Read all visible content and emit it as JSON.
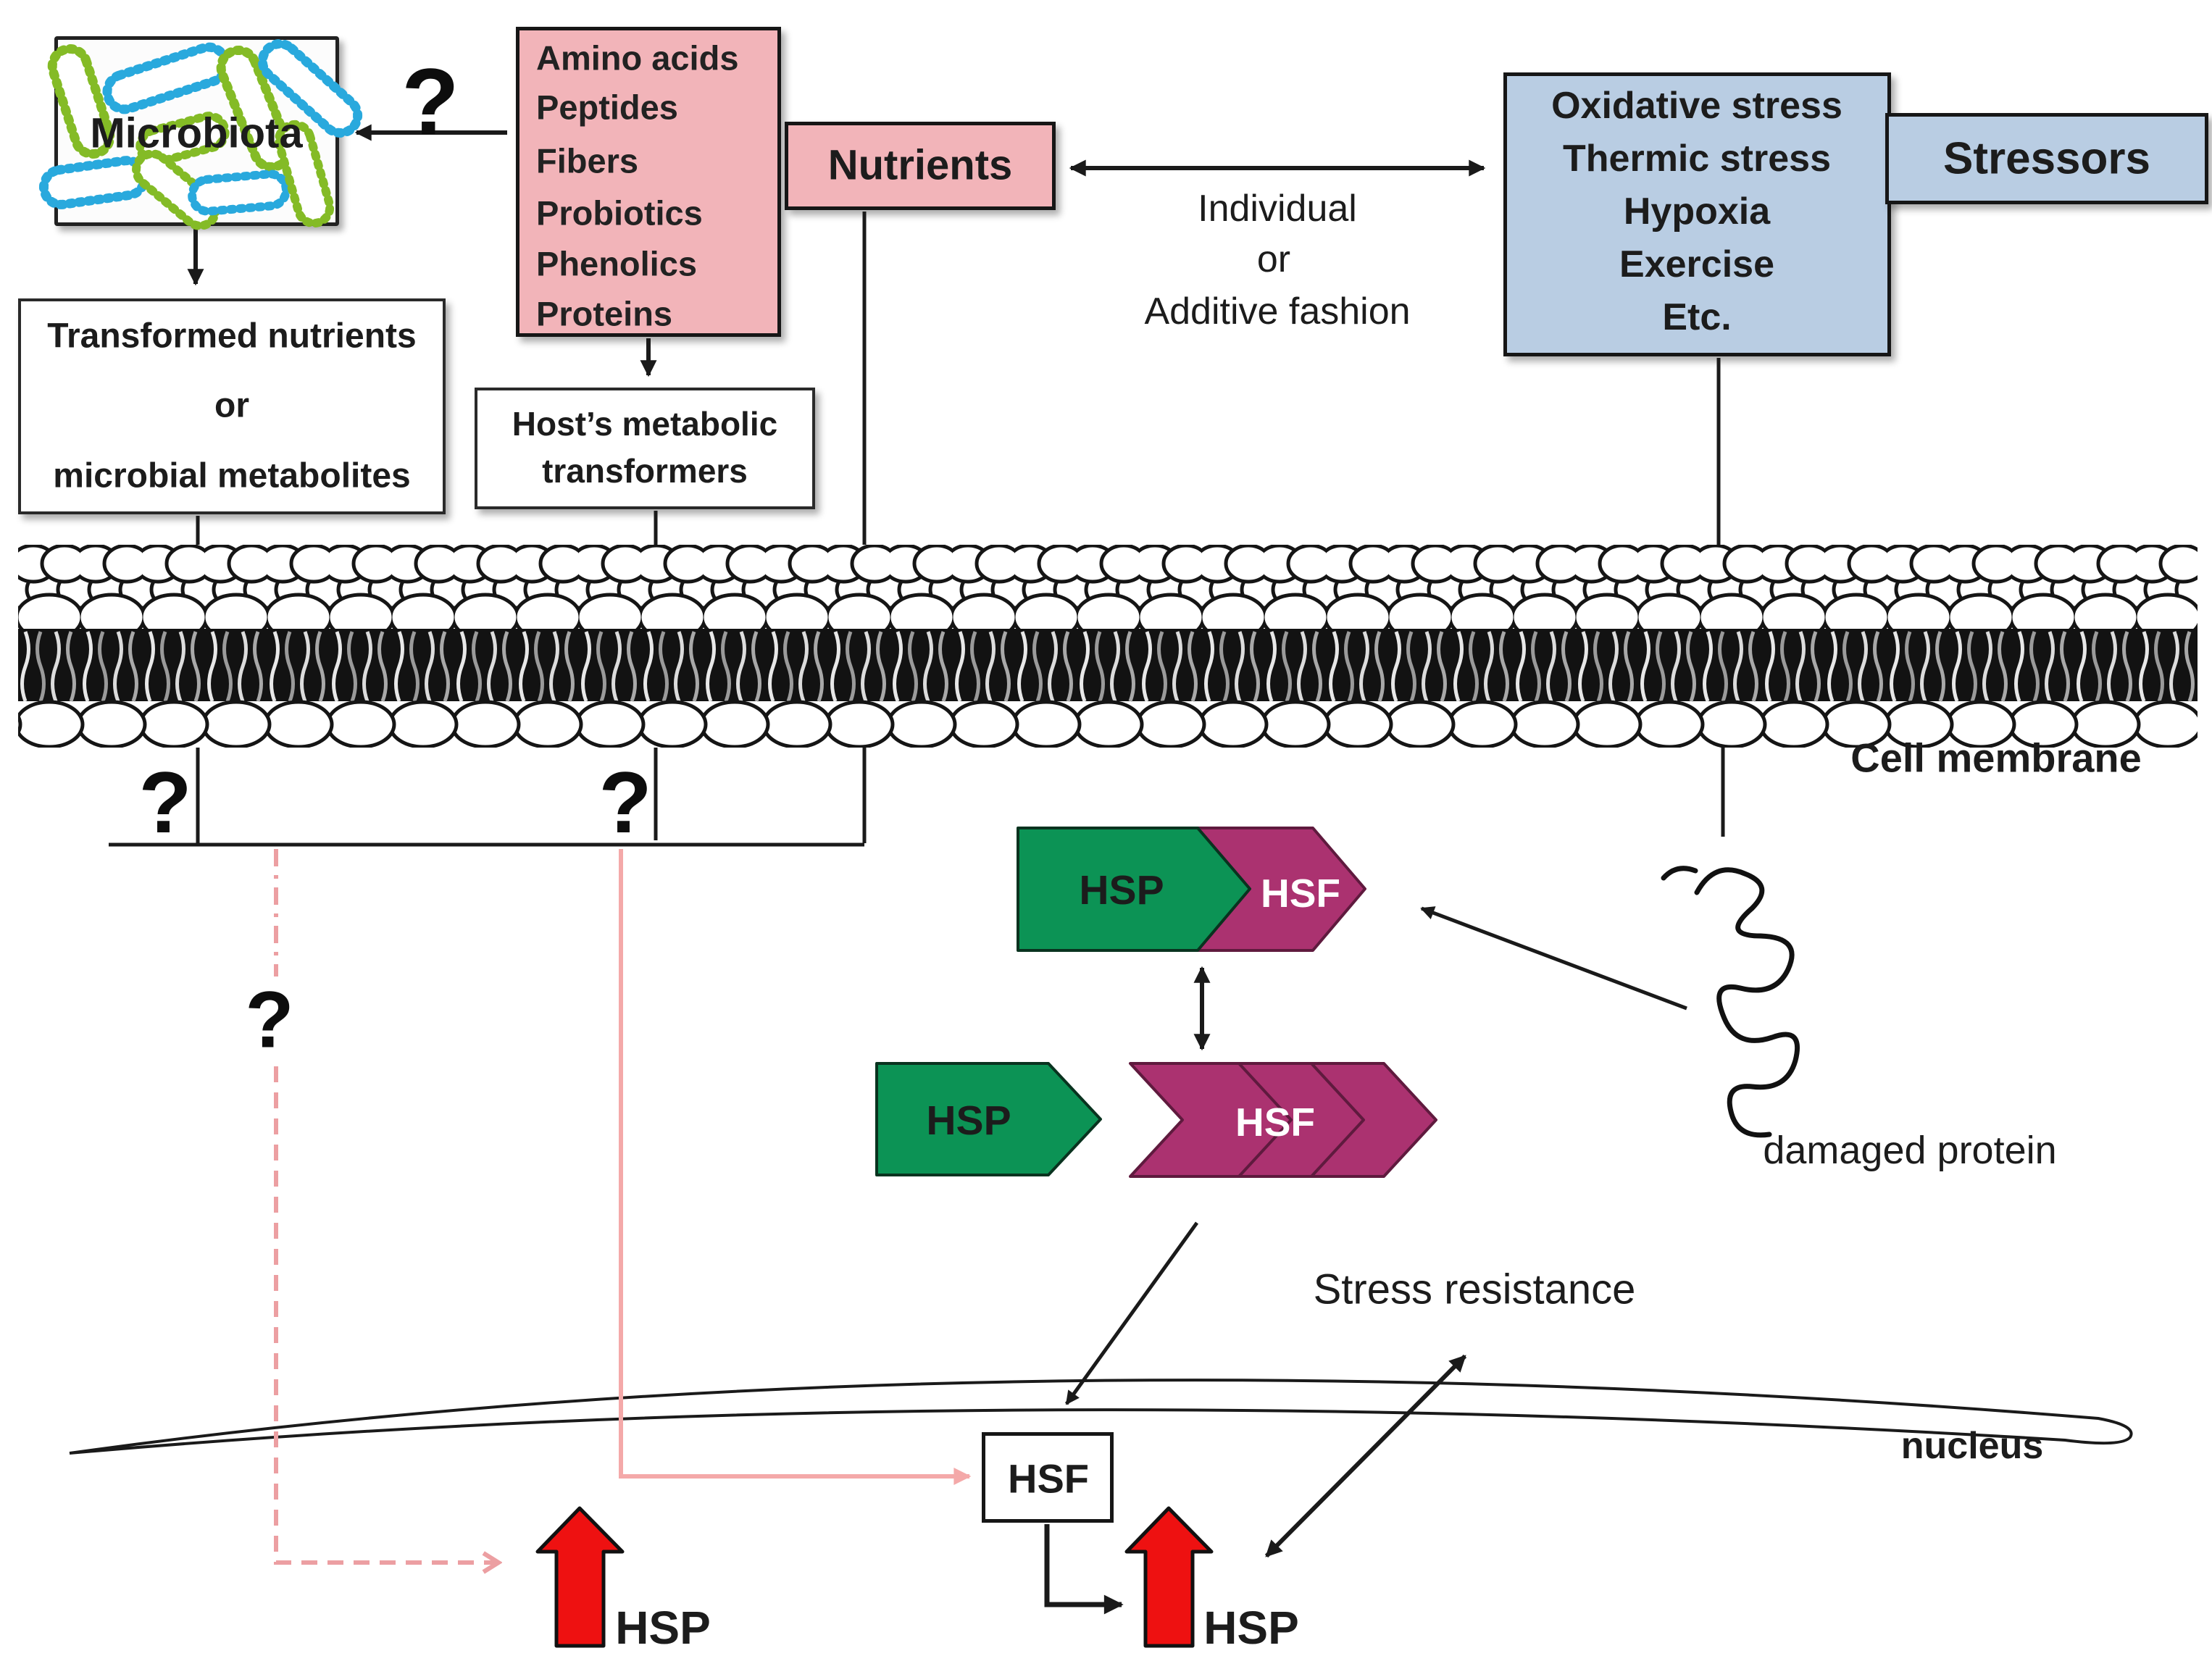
{
  "microbiota": {
    "label": "Microbiota"
  },
  "q_top": "?",
  "q_left": "?",
  "q_mid": "?",
  "q_dashed": "?",
  "nutrient_sources": {
    "items": [
      "Amino acids",
      "Peptides",
      "Fibers",
      "Probiotics",
      "Phenolics",
      "Proteins"
    ]
  },
  "nutrients_label": "Nutrients",
  "interaction": {
    "line1": "Individual",
    "line2": "or",
    "line3": "Additive fashion"
  },
  "stressor_types": {
    "items": [
      "Oxidative stress",
      "Thermic stress",
      "Hypoxia",
      "Exercise",
      "Etc."
    ]
  },
  "stressors_label": "Stressors",
  "transformed": {
    "line1": "Transformed nutrients",
    "line2": "or",
    "line3": "microbial metabolites"
  },
  "host": {
    "line1": "Host’s metabolic",
    "line2": "transformers"
  },
  "cell_membrane_label": "Cell membrane",
  "complex_top": {
    "hsp": "HSP",
    "hsf": "HSF"
  },
  "complex_bottom": {
    "hsp": "HSP",
    "hsf": "HSF"
  },
  "damaged_protein_label": "damaged protein",
  "stress_resistance_label": "Stress resistance",
  "nucleus_label": "nucleus",
  "hsf_box_label": "HSF",
  "hsp_left_label": "HSP",
  "hsp_right_label": "HSP",
  "colors": {
    "pink_box": "#f2b4b9",
    "blue_box": "#b9cde3",
    "green_arrow": "#0c9355",
    "magenta_arrow": "#ab3270",
    "red_arrow": "#ee1111",
    "pink_line": "#f4a9a9",
    "bacteria_green": "#84bb26",
    "bacteria_blue": "#29a9dd"
  }
}
